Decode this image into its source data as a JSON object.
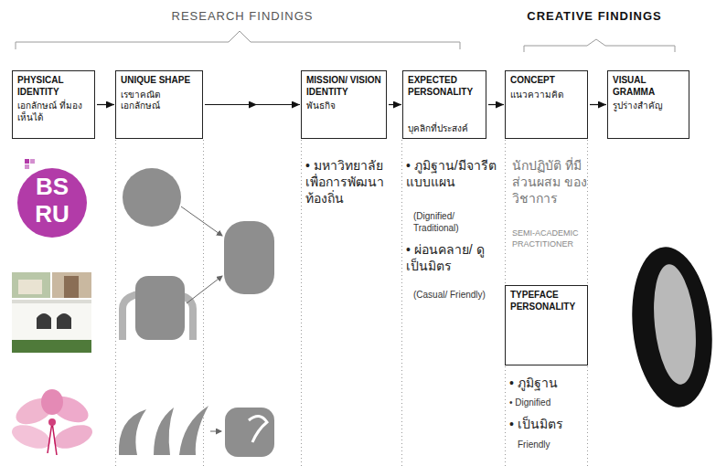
{
  "diagram": {
    "nodes": [
      {
        "text": [
          "PHYSICAL IDENTITY",
          "เอกลักษณ์ ที่มองเห็นได้"
        ]
      },
      {
        "text": [
          "UNIQUE SHAPE",
          "เรขาคณิต เอกลักษณ์"
        ]
      },
      {
        "text": [
          "MISSION/ VISION IDENTITY",
          "พันธกิจ"
        ]
      },
      {
        "text": [
          "EXPECTED PERSONALITY",
          "บุคลิกที่ประสงค์"
        ]
      },
      {
        "text": [
          "CONCEPT",
          "แนวความคิด"
        ]
      },
      {
        "text": [
          "VISUAL GRAMMA",
          "รูปร่างสำคัญ"
        ]
      },
      {
        "text": [
          "TYPEFACE PERSONALITY"
        ]
      }
    ],
    "edges": [
      {
        "from": 0,
        "to": 1,
        "arrow": "to"
      },
      {
        "from": 1,
        "to": 2,
        "arrow": "to"
      },
      {
        "from": 2,
        "to": 3,
        "arrow": "to"
      },
      {
        "from": 3,
        "to": 4,
        "arrow": "to"
      },
      {
        "from": 4,
        "to": 5,
        "arrow": "to"
      }
    ],
    "labels": [
      "RESEARCH FINDINGS",
      "CREATIVE FINDINGS",
      "BS",
      "RU",
      "• มหาวิทยาลัย เพื่อการพัฒนา ท้องถิ่น",
      "• ภูมิฐาน/มีจารีต แบบแผน",
      "(Dignified/ Traditional)",
      "• ผ่อนคลาย/ ดูเป็นมิตร",
      "(Casual/ Friendly)",
      "นักปฏิบัติ ที่มีส่วนผสม ของวิชาการ",
      "SEMI-ACADEMIC PRACTITIONER",
      "• ภูมิฐาน",
      "• Dignified",
      "• เป็นมิตร",
      "Friendly"
    ]
  }
}
